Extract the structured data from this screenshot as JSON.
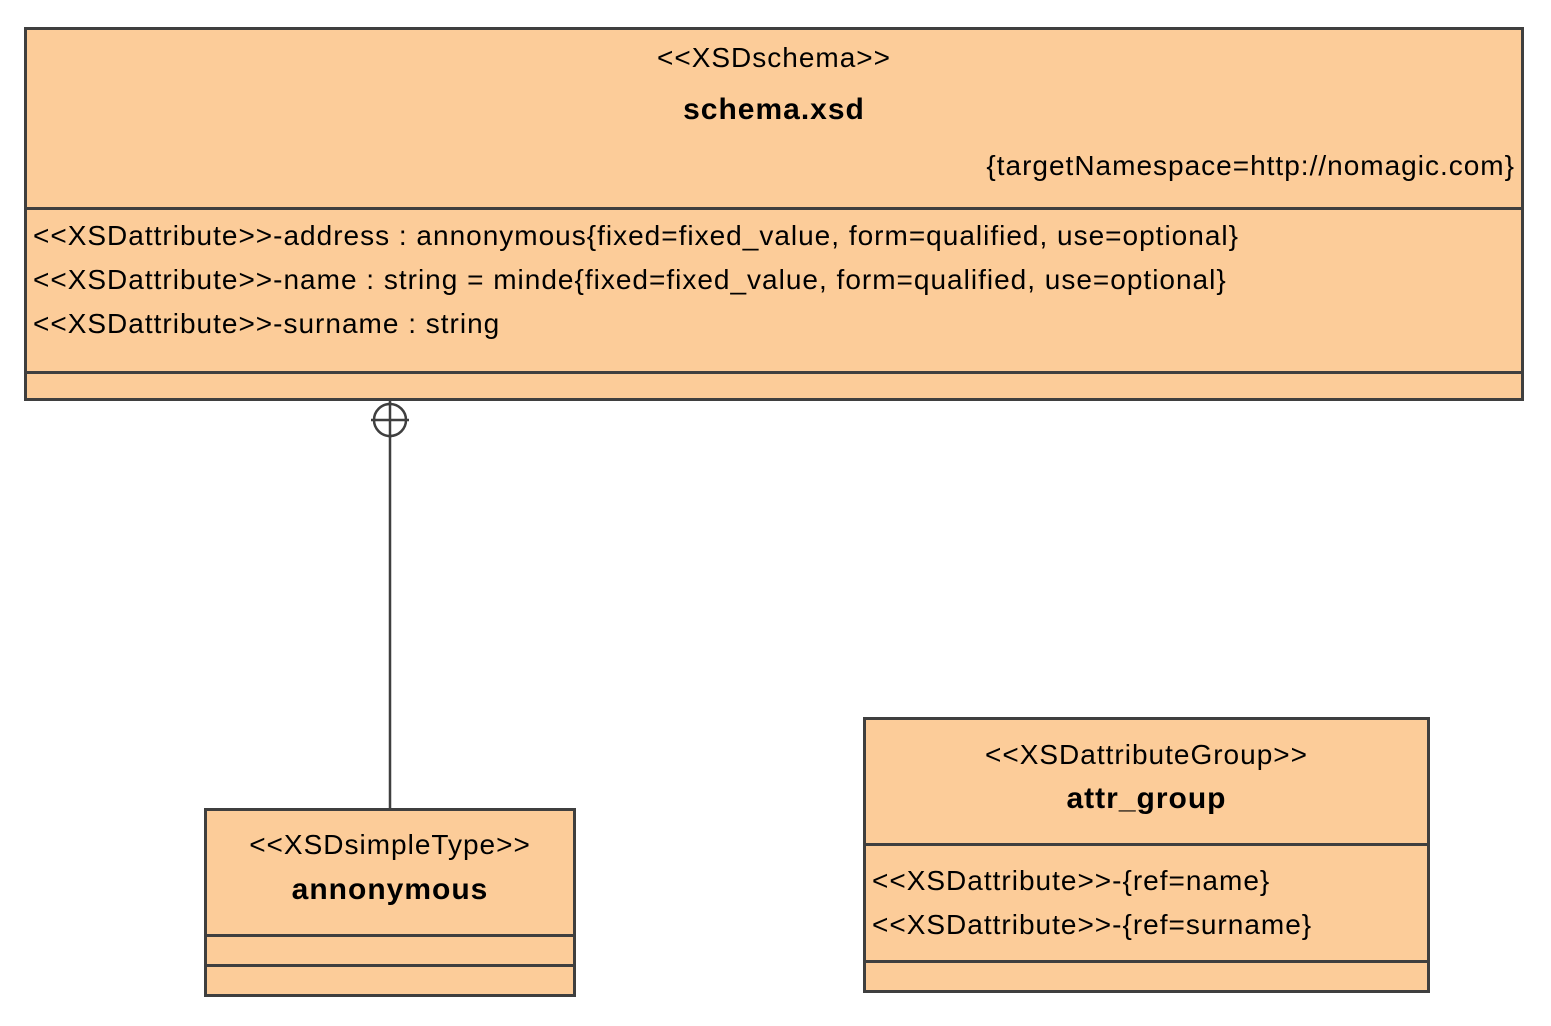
{
  "colors": {
    "node_fill": "#FCCC99",
    "node_border": "#3F3F3F",
    "background": "#FFFFFF",
    "text": "#000000"
  },
  "nodes": {
    "schema": {
      "stereotype": "<<XSDschema>>",
      "name": "schema.xsd",
      "tagged_values": "{targetNamespace=http://nomagic.com}",
      "attributes": [
        "<<XSDattribute>>-address : annonymous{fixed=fixed_value, form=qualified, use=optional}",
        "<<XSDattribute>>-name : string = minde{fixed=fixed_value, form=qualified, use=optional}",
        "<<XSDattribute>>-surname : string"
      ]
    },
    "simpleType": {
      "stereotype": "<<XSDsimpleType>>",
      "name": "annonymous"
    },
    "attributeGroup": {
      "stereotype": "<<XSDattributeGroup>>",
      "name": "attr_group",
      "attributes": [
        "<<XSDattribute>>-{ref=name}",
        "<<XSDattribute>>-{ref=surname}"
      ]
    }
  },
  "connector": {
    "type": "containment",
    "from": "schema.xsd",
    "to": "annonymous",
    "symbol": "circle-plus"
  }
}
